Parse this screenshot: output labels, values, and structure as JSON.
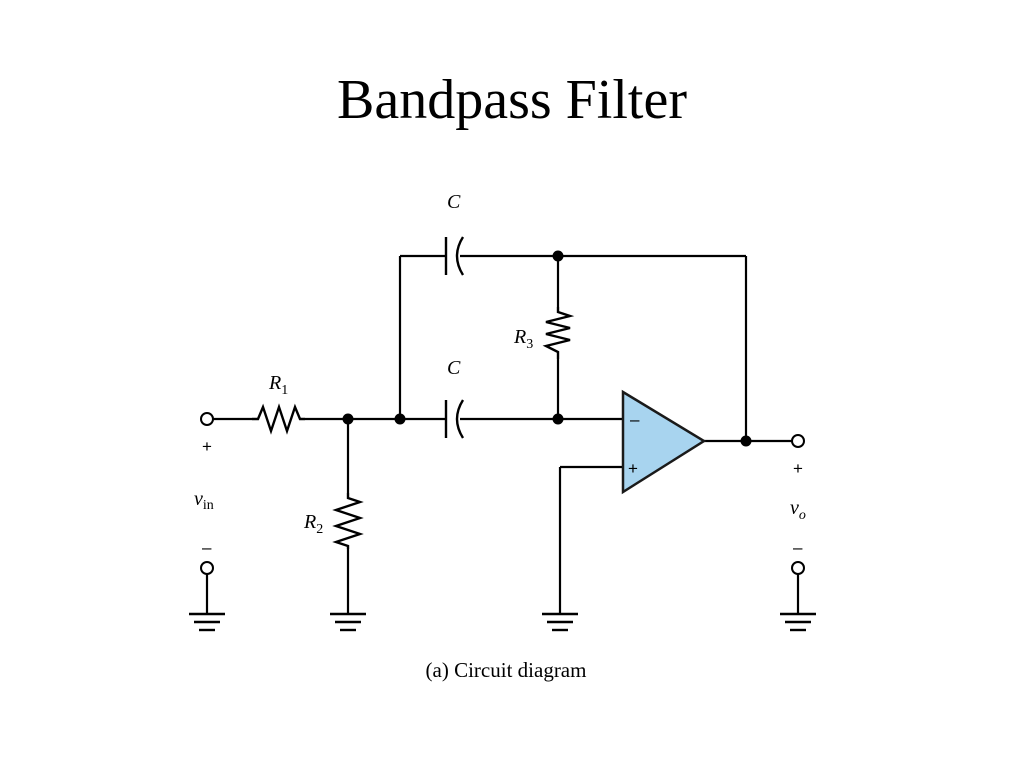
{
  "title": "Bandpass Filter",
  "caption": "(a) Circuit diagram",
  "labels": {
    "c_top": "C",
    "c_mid": "C",
    "r1_main": "R",
    "r1_sub": "1",
    "r2_main": "R",
    "r2_sub": "2",
    "r3_main": "R",
    "r3_sub": "3",
    "vin_main": "v",
    "vin_sub": "in",
    "vo_main": "v",
    "vo_sub": "o",
    "in_plus": "+",
    "in_minus": "–",
    "out_plus": "+",
    "out_minus": "–",
    "opamp_minus": "–",
    "opamp_plus": "+"
  },
  "colors": {
    "opamp_fill": "#a8d4ef",
    "wire": "#000000"
  }
}
